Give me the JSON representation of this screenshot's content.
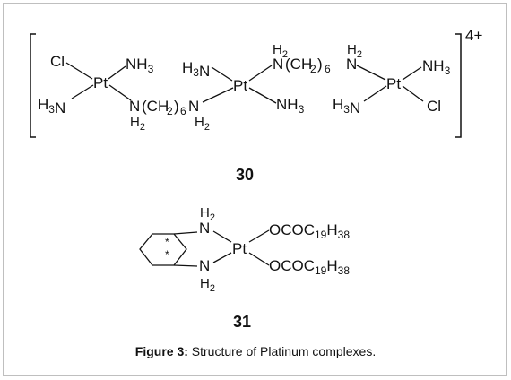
{
  "compound30": {
    "charge": "4+",
    "label": "30",
    "left_pt": {
      "metal": "Pt",
      "cl": "Cl",
      "nh3_top": "NH3",
      "h3n_bottom": "H3N"
    },
    "middle_pt": {
      "metal": "Pt",
      "h3n_left": "H3N",
      "nh3_bottom": "NH3"
    },
    "right_pt": {
      "metal": "Pt",
      "nh3_top": "NH3",
      "h3n_left": "H3N",
      "cl": "Cl"
    },
    "linker_lower": {
      "n": "N",
      "ch2": "(CH",
      "sub2": "2",
      "close": ")",
      "sub6": "6",
      "n2": "N",
      "h2a": "H2",
      "h2b": "H2"
    },
    "linker_upper": {
      "h2a": "H2",
      "n": "N",
      "ch2": "(CH",
      "sub2": "2",
      "close": ")",
      "sub6": "6",
      "n2": "N",
      "h2b": "H2"
    }
  },
  "compound31": {
    "label": "31",
    "metal": "Pt",
    "n_top": "N",
    "n_bottom": "N",
    "h2_top": "H2",
    "h2_bottom": "H2",
    "stereo": "*",
    "ester_top": "OCOC19H38",
    "ester_bottom": "OCOC19H38"
  },
  "caption": {
    "bold": "Figure 3:",
    "text": " Structure of Platinum complexes."
  }
}
